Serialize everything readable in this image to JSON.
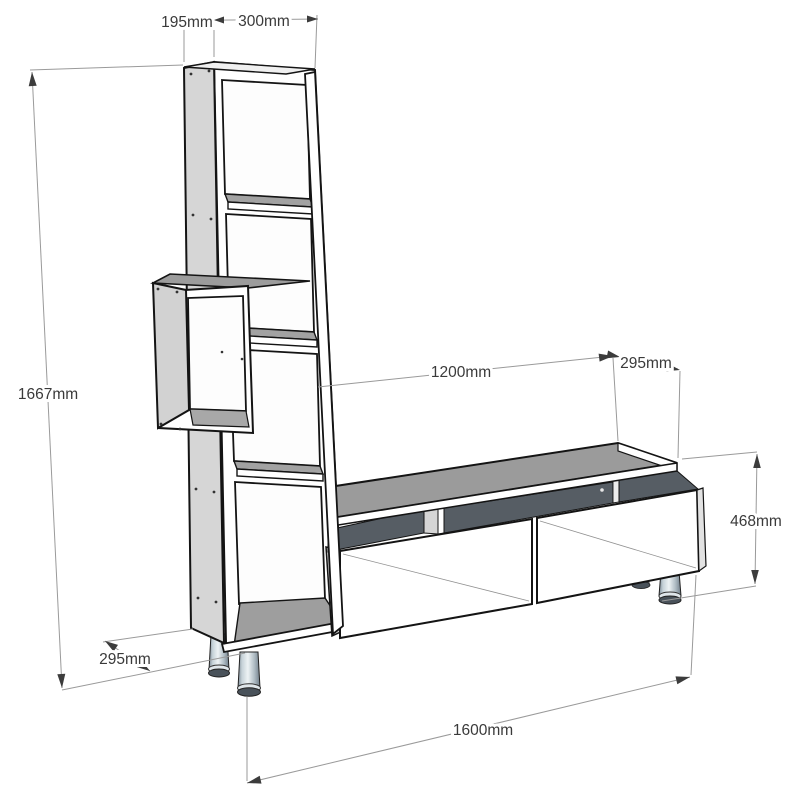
{
  "drawing": {
    "type": "furniture-technical-drawing",
    "subject": "TV stand with tall shelving tower, perspective view with dimension annotations",
    "unit": "mm",
    "labels": {
      "tower_depth": "195mm",
      "tower_width": "300mm",
      "tower_height": "1667mm",
      "top_shelf_length": "1200mm",
      "top_shelf_depth": "295mm",
      "cabinet_height": "468mm",
      "base_depth": "295mm",
      "total_width": "1600mm"
    },
    "colors": {
      "background": "#ffffff",
      "outline": "#141414",
      "panel_gray": "#d6d6d6",
      "shelf_top_gray": "#a2a2a2",
      "recess_dark": "#565d64",
      "leg_metal": "#b9c6cd",
      "dimension_line": "#9a9a9a",
      "dimension_text": "#3a3a3a"
    }
  }
}
